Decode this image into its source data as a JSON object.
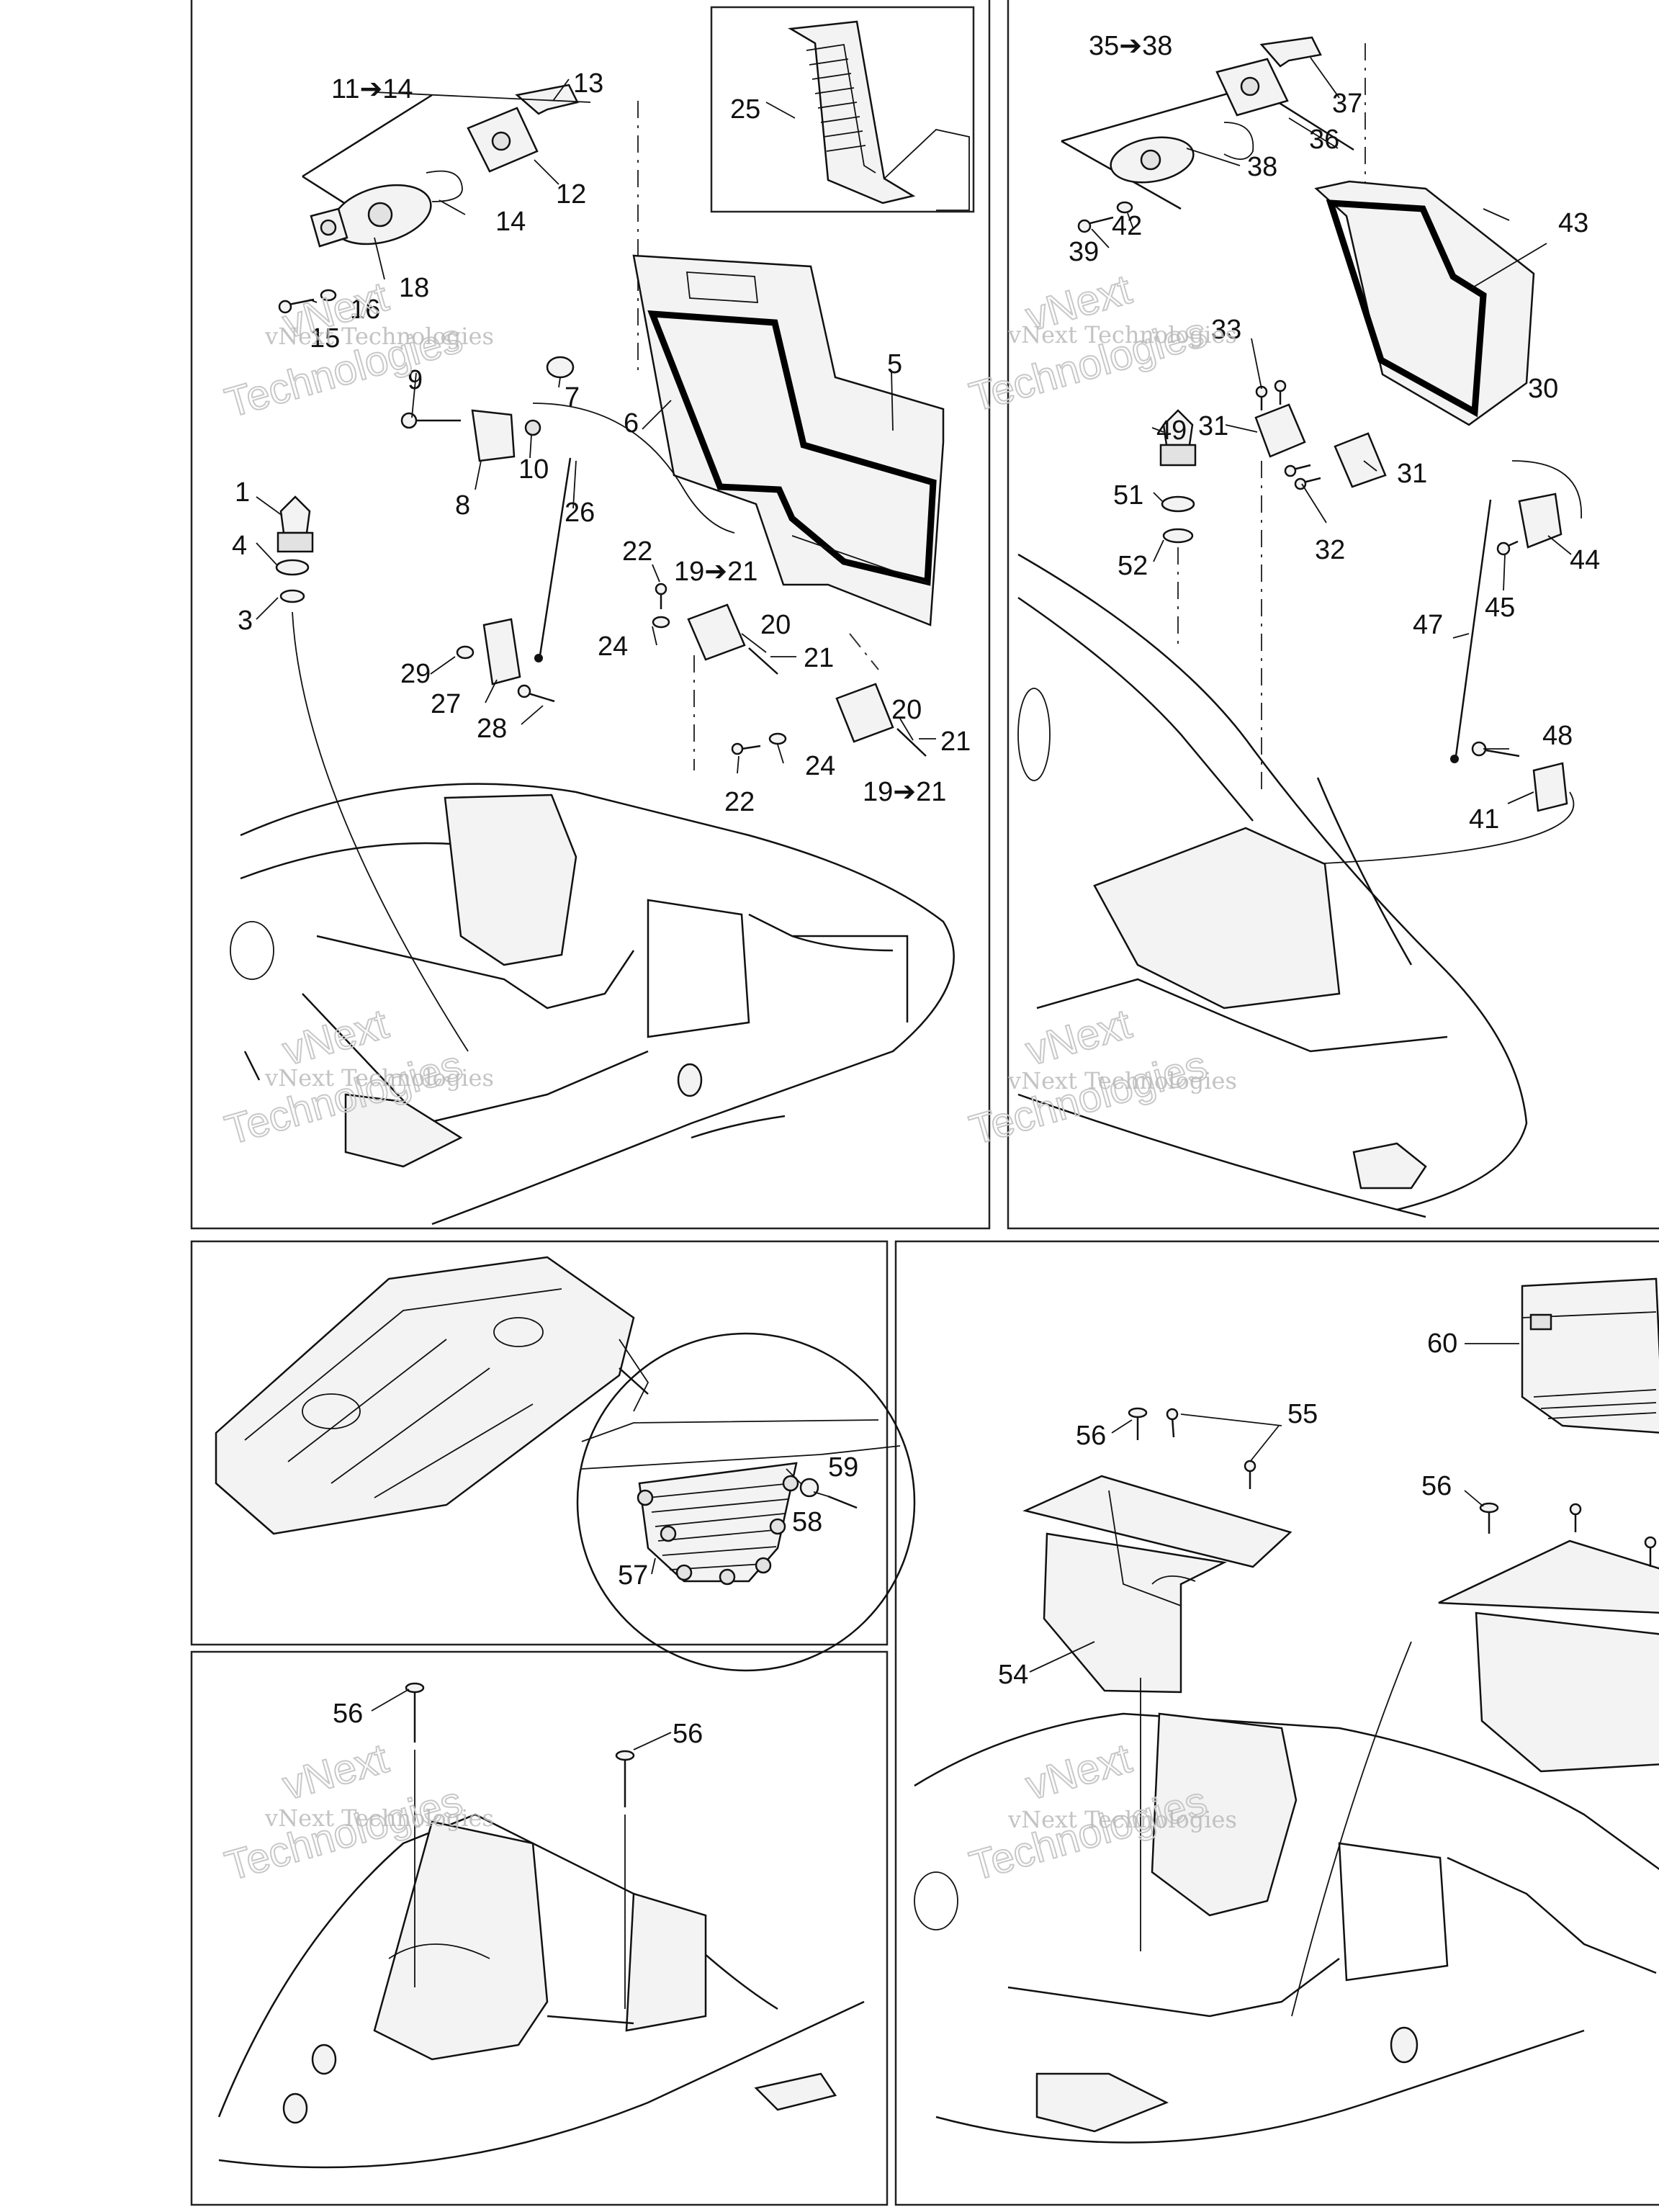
{
  "watermark": {
    "line1": "vNext Technologies",
    "line2_a": "vNext",
    "line2_b": "Technologies"
  },
  "callouts": {
    "c1": "1",
    "c3": "3",
    "c4": "4",
    "c5": "5",
    "c6": "6",
    "c7": "7",
    "c8": "8",
    "c9": "9",
    "c10": "10",
    "c11_14": "11➔14",
    "c12": "12",
    "c13": "13",
    "c14": "14",
    "c15": "15",
    "c16": "16",
    "c18": "18",
    "c19_21_a": "19➔21",
    "c19_21_b": "19➔21",
    "c20_a": "20",
    "c20_b": "20",
    "c21_a": "21",
    "c21_b": "21",
    "c22_a": "22",
    "c22_b": "22",
    "c24_a": "24",
    "c24_b": "24",
    "c25": "25",
    "c26": "26",
    "c27": "27",
    "c28": "28",
    "c29": "29",
    "c30": "30",
    "c31_a": "31",
    "c31_b": "31",
    "c32": "32",
    "c33": "33",
    "c35_38": "35➔38",
    "c36": "36",
    "c37": "37",
    "c38": "38",
    "c39": "39",
    "c41": "41",
    "c42": "42",
    "c43": "43",
    "c44": "44",
    "c45": "45",
    "c47": "47",
    "c48": "48",
    "c49": "49",
    "c51": "51",
    "c52": "52",
    "c54": "54",
    "c55": "55",
    "c56_a": "56",
    "c56_b": "56",
    "c56_c": "56",
    "c56_d": "56",
    "c57": "57",
    "c58": "58",
    "c59": "59",
    "c60": "60"
  }
}
